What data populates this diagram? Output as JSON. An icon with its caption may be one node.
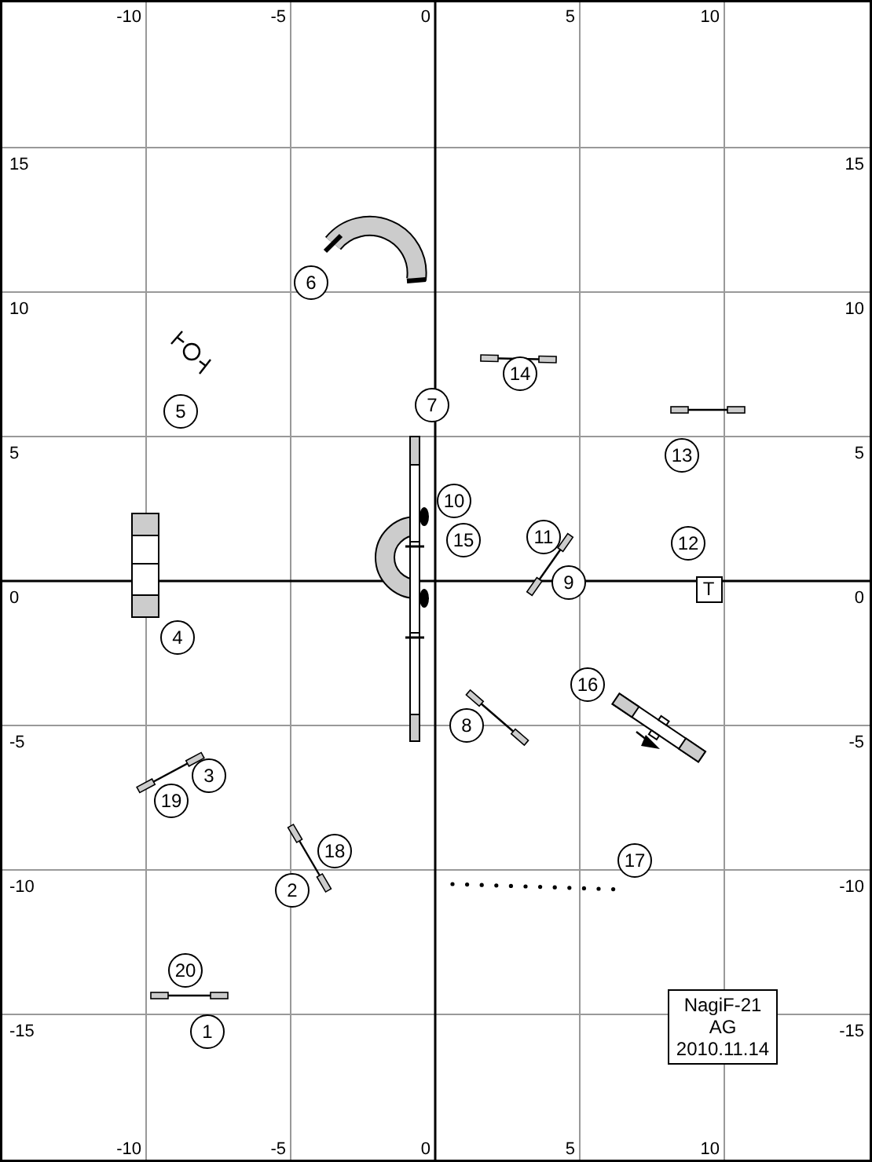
{
  "diagram": {
    "nodes": [
      {
        "text": [
          "6"
        ]
      },
      {
        "text": [
          "14"
        ]
      },
      {
        "text": [
          "7"
        ]
      },
      {
        "text": [
          "5"
        ]
      },
      {
        "text": [
          "13"
        ]
      },
      {
        "text": [
          "10"
        ]
      },
      {
        "text": [
          "11"
        ]
      },
      {
        "text": [
          "15"
        ]
      },
      {
        "text": [
          "12"
        ]
      },
      {
        "text": [
          "9"
        ]
      },
      {
        "text": [
          "T"
        ]
      },
      {
        "text": [
          "4"
        ]
      },
      {
        "text": [
          "16"
        ]
      },
      {
        "text": [
          "8"
        ]
      },
      {
        "text": [
          "3"
        ]
      },
      {
        "text": [
          "19"
        ]
      },
      {
        "text": [
          "18"
        ]
      },
      {
        "text": [
          "17"
        ]
      },
      {
        "text": [
          "2"
        ]
      },
      {
        "text": [
          "20"
        ]
      },
      {
        "text": [
          "NagiF-21",
          "AG",
          "2010.11.14"
        ]
      },
      {
        "text": [
          "1"
        ]
      }
    ],
    "edges": [],
    "labels": [
      "-10",
      "-5",
      "0",
      "5",
      "10",
      "15",
      "15",
      "10",
      "10",
      "5",
      "5",
      "0",
      "0",
      "-5",
      "-5",
      "-10",
      "-10",
      "-15",
      "-15",
      "-10",
      "-5",
      "0",
      "5",
      "10"
    ]
  }
}
